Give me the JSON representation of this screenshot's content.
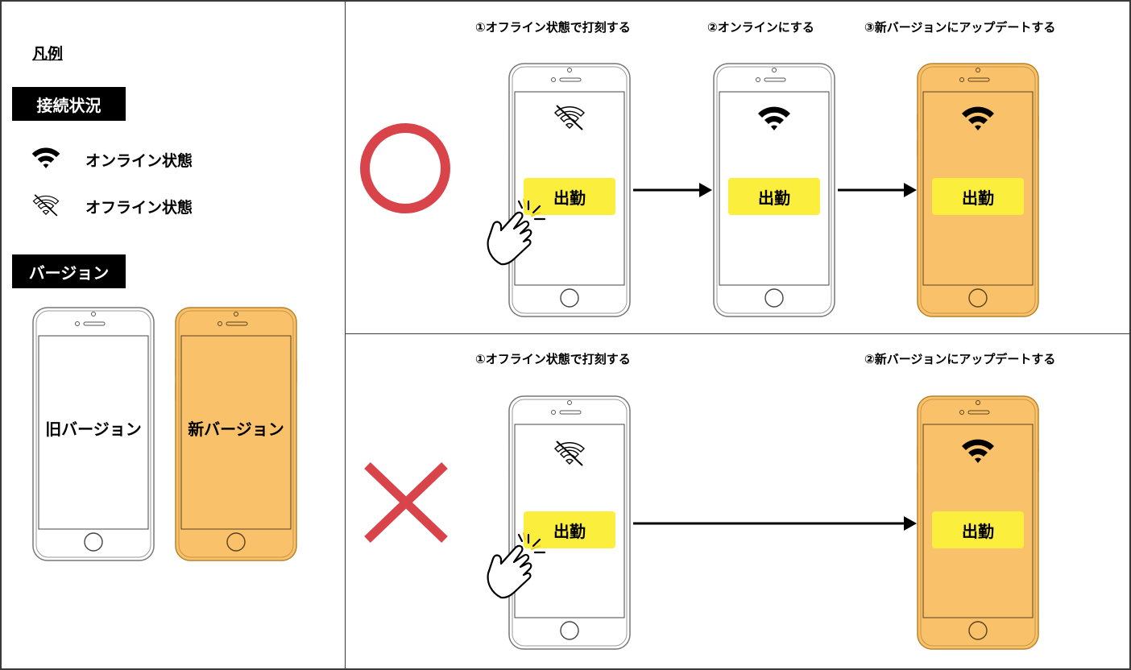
{
  "legend": {
    "title": "凡例",
    "connection_header": "接続状況",
    "online_label": "オンライン状態",
    "offline_label": "オフライン状態",
    "version_header": "バージョン",
    "old_version": "旧バージョン",
    "new_version": "新バージョン"
  },
  "top": {
    "step1": "①オフライン状態で打刻する",
    "step2": "②オンラインにする",
    "step3": "③新バージョンにアップデートする"
  },
  "bottom": {
    "step1": "①オフライン状態で打刻する",
    "step2": "②新バージョンにアップデートする"
  },
  "button_label": "出勤",
  "colors": {
    "new_version": "#f9c26a",
    "new_version_stroke": "#b8832a",
    "button": "#fcee3c",
    "ok_circle": "#d9434a",
    "ng_cross": "#d9434a"
  },
  "icons": {
    "online": "wifi-icon",
    "offline": "wifi-off-icon",
    "ok": "circle-ok-icon",
    "ng": "cross-ng-icon",
    "tap": "tapping-hand-icon"
  }
}
